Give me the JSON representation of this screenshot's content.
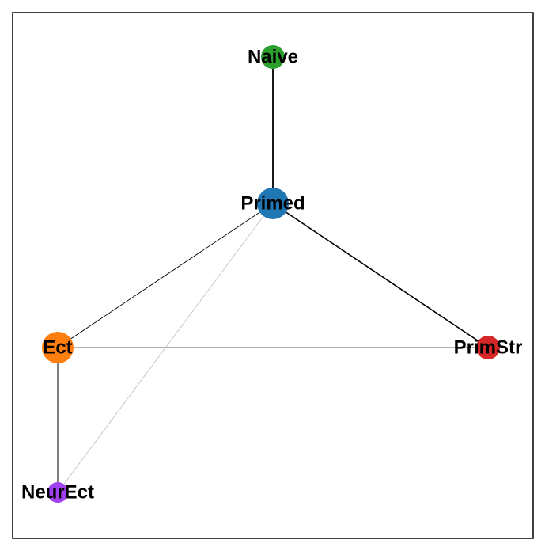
{
  "graph": {
    "nodes": [
      {
        "id": "naive",
        "label": "Naive",
        "color": "#2ca02c"
      },
      {
        "id": "primed",
        "label": "Primed",
        "color": "#1f77b4"
      },
      {
        "id": "ect",
        "label": "Ect",
        "color": "#ff7f0e"
      },
      {
        "id": "primstr",
        "label": "PrimStr",
        "color": "#d62728"
      },
      {
        "id": "neurect",
        "label": "NeurEct",
        "color": "#a040f0"
      }
    ],
    "edges": [
      {
        "source": "naive",
        "target": "primed"
      },
      {
        "source": "primed",
        "target": "primstr"
      },
      {
        "source": "primed",
        "target": "ect"
      },
      {
        "source": "ect",
        "target": "primstr"
      },
      {
        "source": "ect",
        "target": "neurect"
      },
      {
        "source": "primed",
        "target": "neurect"
      }
    ]
  }
}
